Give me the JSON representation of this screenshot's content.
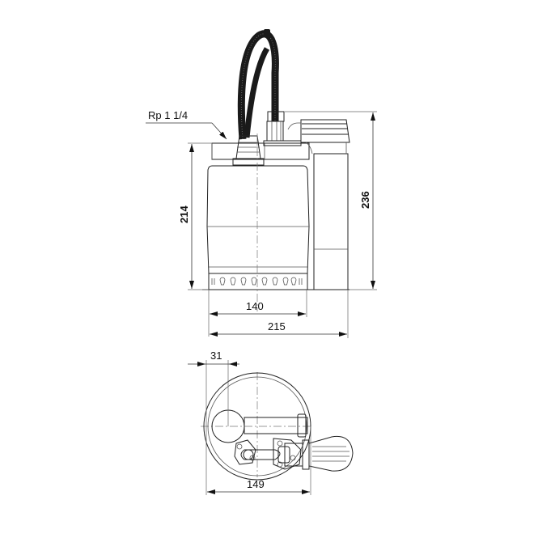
{
  "drawing": {
    "type": "technical-dimension-drawing",
    "subject": "submersible pump with float switch",
    "views": [
      "side-elevation",
      "top-plan"
    ],
    "annotations": {
      "thread_label": "Rp 1 1/4"
    },
    "dimensions": {
      "body_height": "214",
      "total_height": "236",
      "body_width": "140",
      "total_width": "215",
      "outlet_offset": "31",
      "plan_width": "149"
    },
    "colors": {
      "line": "#222222",
      "cable": "#1a1a1a",
      "background": "#ffffff"
    }
  }
}
